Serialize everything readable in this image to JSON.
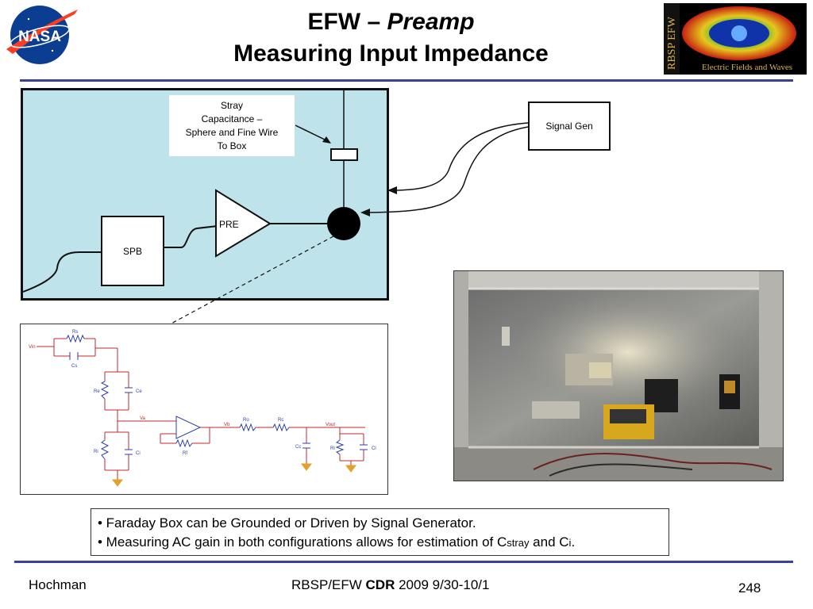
{
  "header": {
    "title_prefix": "EFW –",
    "title_emph": "Preamp",
    "title_line2": "Measuring Input Impedance",
    "logo_left_text": "NASA",
    "logo_right_text_vertical": "RBSP EFW",
    "logo_right_caption": "Electric Fields and Waves"
  },
  "diagram": {
    "callout": "Stray\nCapacitance –\nSphere and Fine Wire\nTo Box",
    "spb_label": "SPB",
    "pre_label": "PRE",
    "siggen_label": "Signal Gen"
  },
  "schematic": {
    "labels": {
      "vin": "Vin",
      "rs": "Rs",
      "cs": "Cs",
      "re": "Re",
      "ce": "Ce",
      "va": "Va",
      "ri": "Ri",
      "ci": "Ci",
      "rf": "Rf",
      "vb": "Vb",
      "ro": "Ro",
      "rc": "Rc",
      "vout": "Vout",
      "cc": "Cc",
      "rl": "Rl",
      "cl": "Cl"
    }
  },
  "bullets": {
    "line1": "• Faraday Box can be Grounded or Driven by Signal Generator.",
    "line2_pre": "• Measuring AC gain in both configurations allows for estimation of C",
    "line2_sub1": "stray",
    "line2_mid": " and C",
    "line2_sub2": "i",
    "line2_end": "."
  },
  "footer": {
    "left": "Hochman",
    "center_pre": "RBSP/EFW ",
    "center_bold": "CDR",
    "center_post": " 2009 9/30-10/1",
    "page": "248"
  },
  "colors": {
    "rule": "#3a3f9c",
    "diagram_bg": "#bfe3ea",
    "schematic_wire": "#c0282d",
    "schematic_part": "#2b3fa0",
    "ground": "#e2a12a"
  }
}
